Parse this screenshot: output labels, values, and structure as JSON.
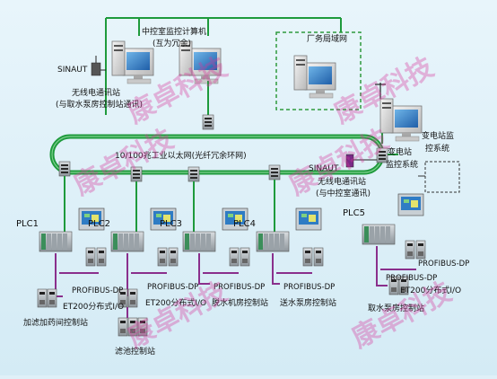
{
  "colors": {
    "background": "#dff0f8",
    "ethernet": "#1e9a3c",
    "profibus": "#8a2f8c",
    "wire": "#222222",
    "label": "#111111",
    "watermark": "#d8379a",
    "lan_dash": "#2e9a3c"
  },
  "labels": {
    "central_computers": "中控室监控计算机",
    "redundant": "(互为冗余)",
    "factory_lan": "厂务局域网",
    "sinaut_left": "SINAUT",
    "wireless_station": "无线电通讯站",
    "wireless_station_note": "(与取水泵房控制站通讯)",
    "ethernet_ring": "10/100兆工业以太网(光纤冗余环网)",
    "sinaut_right": "SINAUT",
    "wireless_station_right": "无线电通讯站",
    "wireless_station_right_note": "(与中控室通讯)",
    "substation_monitor": "变电站",
    "substation_monitor_2": "监控系统",
    "substation_system": "变电站监",
    "substation_system_2": "控系统",
    "plc1": "PLC1",
    "plc2": "PLC2",
    "plc3": "PLC3",
    "plc4": "PLC4",
    "plc5": "PLC5",
    "profibus_1": "PROFIBUS-DP",
    "profibus_2": "PROFIBUS-DP",
    "profibus_3": "PROFIBUS-DP",
    "profibus_4": "PROFIBUS-DP",
    "profibus_5": "PROFIBUS-DP",
    "profibus_6": "PROFIBUS-DP",
    "et200_1": "ET200分布式I/O",
    "et200_2": "ET200分布式I/O",
    "et200_3": "ET200分布式I/O",
    "station_dosing": "加滤加药间控制站",
    "station_dewater": "脱水机房控制站",
    "station_pumping": "送水泵房控制站",
    "station_filter": "滤池控制站",
    "station_intake": "取水泵房控制站",
    "watermark": "康卓科技"
  }
}
